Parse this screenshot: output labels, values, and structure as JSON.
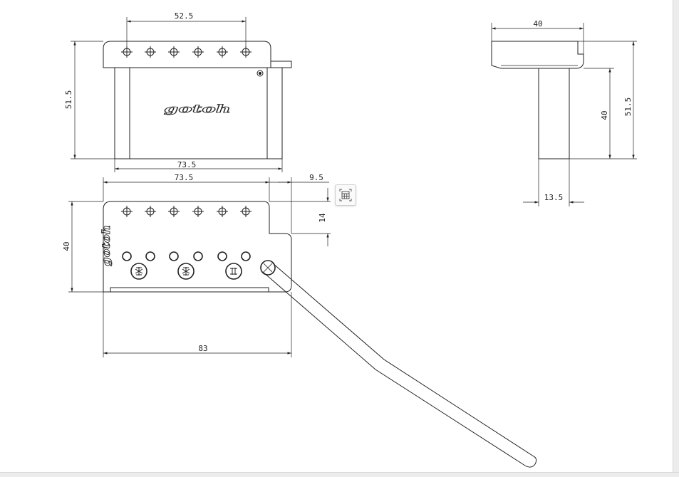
{
  "dimensions": {
    "top_hole_span": "52.5",
    "top_height": "51.5",
    "top_width": "73.5",
    "front_width": "73.5",
    "front_offset": "9.5",
    "front_step": "14",
    "front_height": "40",
    "front_overall": "83",
    "side_width": "40",
    "side_inner_height": "40",
    "side_height": "51.5",
    "side_block": "13.5"
  },
  "logo": {
    "text": "gotoh",
    "top_view_badge": "gotoh",
    "front_view_badge": "gotoh"
  },
  "toolbar": {
    "grid_icon": "table-grid-icon"
  },
  "colors": {
    "line": "#222222",
    "background": "#ffffff",
    "frame": "#ececec"
  }
}
